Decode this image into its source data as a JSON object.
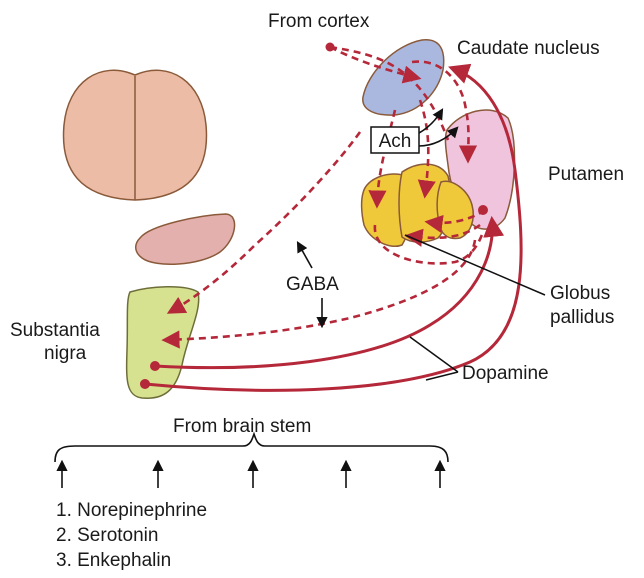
{
  "labels": {
    "from_cortex": "From cortex",
    "caudate_nucleus": "Caudate nucleus",
    "putamen": "Putamen",
    "ach": "Ach",
    "gaba": "GABA",
    "substantia": "Substantia",
    "nigra": "nigra",
    "globus": "Globus",
    "pallidus": "pallidus",
    "dopamine": "Dopamine",
    "from_brain_stem": "From brain stem"
  },
  "brain_stem_list": [
    "1. Norepinephrine",
    "2. Serotonin",
    "3. Enkephalin"
  ],
  "colors": {
    "pathway": "#b5283a",
    "caudate": "#aab8e0",
    "putamen": "#efc4dc",
    "globus": "#f0c93a",
    "substantia": "#d6e28f",
    "cortex": "#ecbca6",
    "midbrain": "#e4b0ad",
    "outline": "#8a5a3a"
  }
}
